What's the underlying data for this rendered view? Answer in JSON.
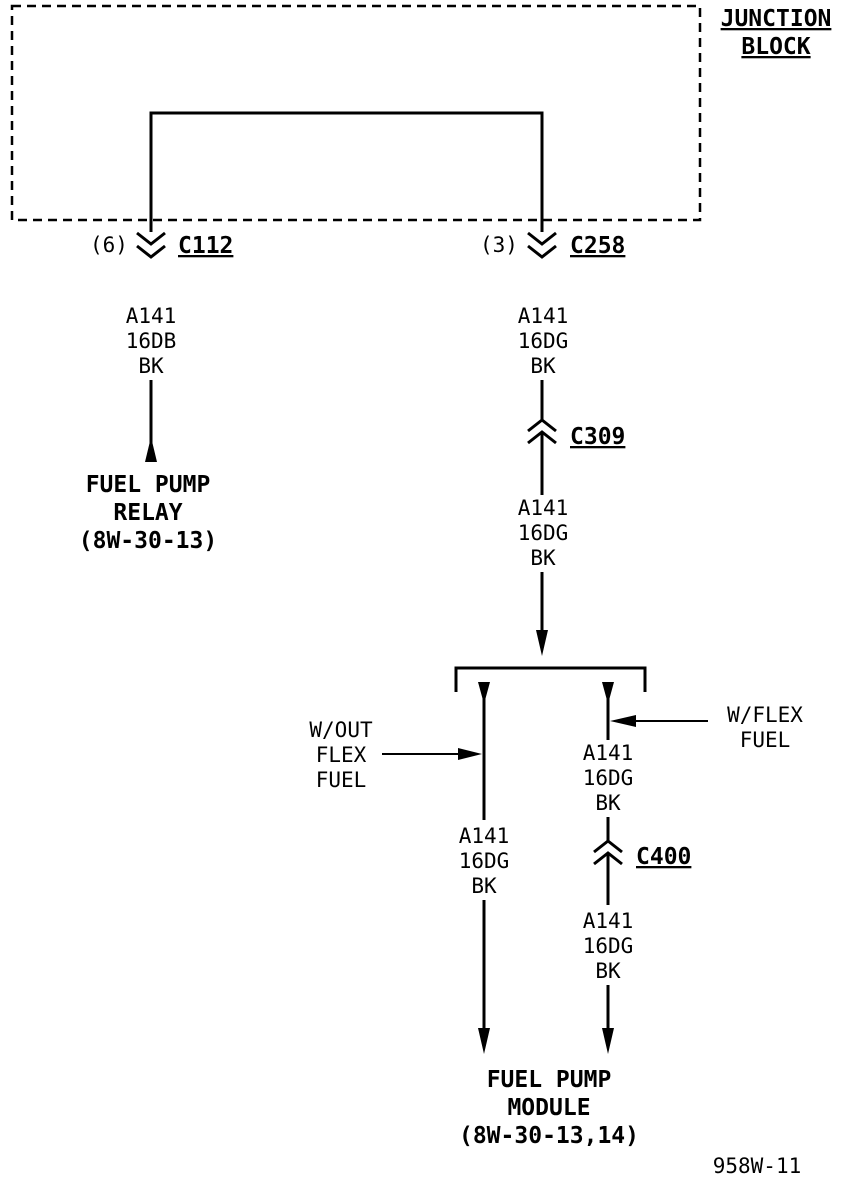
{
  "junction_block": {
    "line1": "JUNCTION",
    "line2": "BLOCK"
  },
  "connectors": {
    "c112": {
      "name": "C112",
      "pin": "(6)"
    },
    "c258": {
      "name": "C258",
      "pin": "(3)"
    },
    "c309": {
      "name": "C309"
    },
    "c400": {
      "name": "C400"
    }
  },
  "wires": {
    "left": {
      "circuit": "A141",
      "gauge_color": "16DB",
      "tracer": "BK"
    },
    "right_upper": {
      "circuit": "A141",
      "gauge_color": "16DG",
      "tracer": "BK"
    },
    "right_mid": {
      "circuit": "A141",
      "gauge_color": "16DG",
      "tracer": "BK"
    },
    "without_flex": {
      "circuit": "A141",
      "gauge_color": "16DG",
      "tracer": "BK"
    },
    "flex_upper": {
      "circuit": "A141",
      "gauge_color": "16DG",
      "tracer": "BK"
    },
    "flex_lower": {
      "circuit": "A141",
      "gauge_color": "16DG",
      "tracer": "BK"
    }
  },
  "relay": {
    "line1": "FUEL PUMP",
    "line2": "RELAY",
    "line3": "(8W-30-13)"
  },
  "options": {
    "without_flex": {
      "line1": "W/OUT",
      "line2": "FLEX",
      "line3": "FUEL"
    },
    "with_flex": {
      "line1": "W/FLEX",
      "line2": "FUEL"
    }
  },
  "module": {
    "line1": "FUEL PUMP",
    "line2": "MODULE",
    "line3": "(8W-30-13,14)"
  },
  "figure_id": "958W-11"
}
